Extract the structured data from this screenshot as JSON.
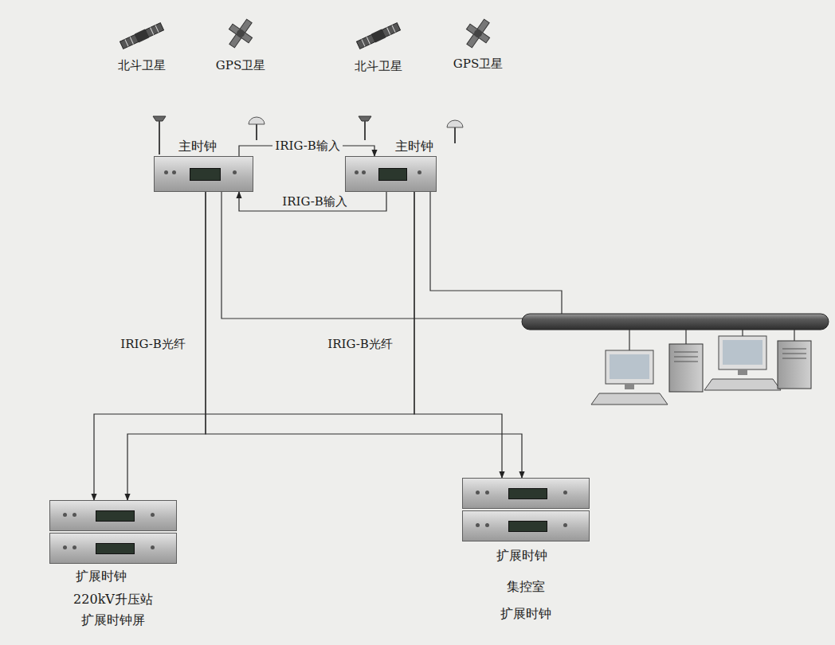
{
  "diagram": {
    "nodes": [
      {
        "text": [
          "主时钟"
        ]
      },
      {
        "text": [
          "主时钟"
        ]
      },
      {
        "text": [
          "扩展时钟",
          "220kV升压站 扩展时钟屏"
        ]
      },
      {
        "text": [
          "扩展时钟",
          "集控室 扩展时钟"
        ]
      }
    ],
    "edges": [
      {
        "from": 0,
        "to": 1,
        "label": "IRIG-B输入",
        "arrow": "to"
      },
      {
        "from": 1,
        "to": 0,
        "label": "IRIG-B输入",
        "arrow": "to"
      },
      {
        "from": 0,
        "to": 2,
        "label": "IRIG-B光纤",
        "arrow": "to"
      },
      {
        "from": 0,
        "to": 3,
        "arrow": "to"
      },
      {
        "from": 1,
        "to": 2,
        "arrow": "to"
      },
      {
        "from": 1,
        "to": 3,
        "label": "IRIG-B光纤",
        "arrow": "to"
      }
    ],
    "labels": [
      "北斗卫星",
      "GPS卫星",
      "北斗卫星",
      "GPS卫星"
    ]
  }
}
